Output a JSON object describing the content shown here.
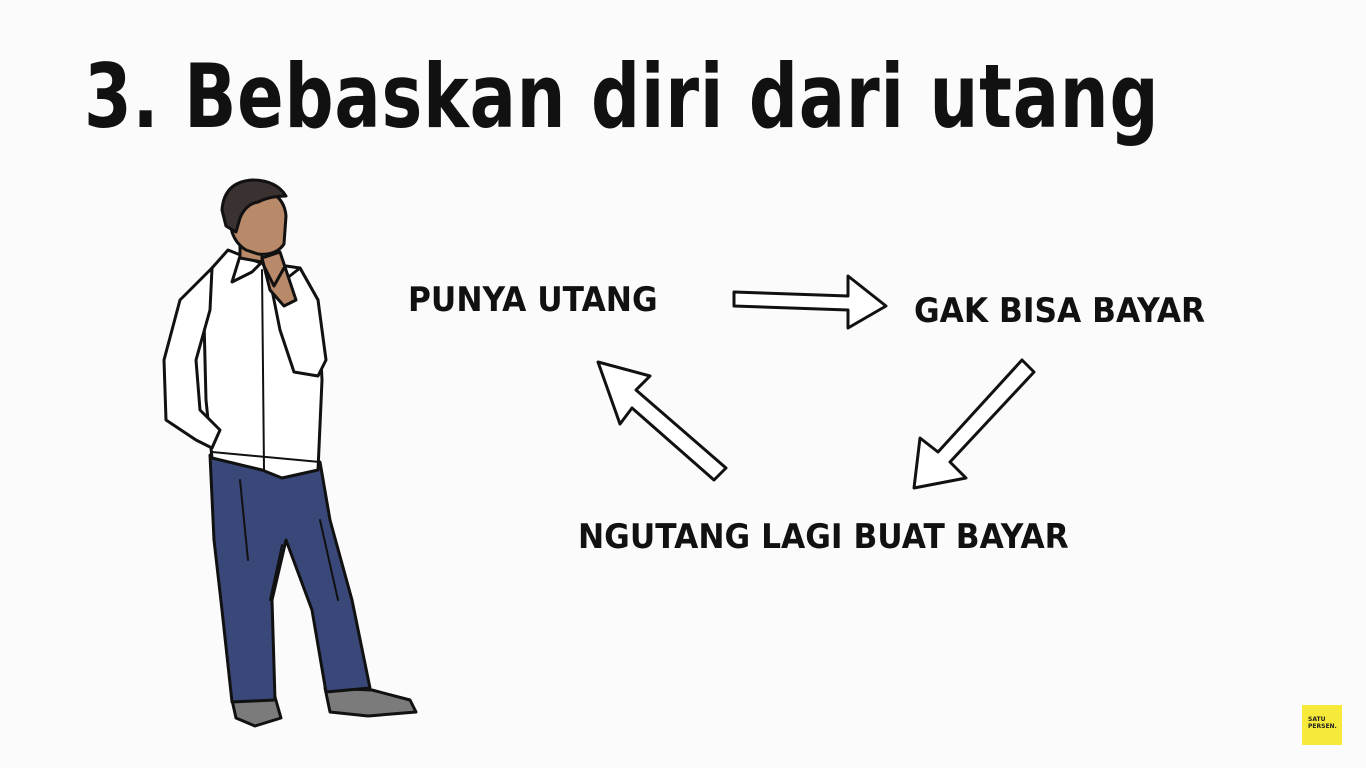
{
  "title": "3. Bebaskan diri dari utang",
  "cycle": {
    "step1": "PUNYA UTANG",
    "step2": "GAK BISA BAYAR",
    "step3": "NGUTANG LAGI BUAT BAYAR"
  },
  "logo": {
    "line1": "SATU",
    "line2": "PERSEN."
  },
  "colors": {
    "logo_bg": "#f6e93a",
    "jeans": "#3a4879",
    "shirt": "#ffffff",
    "skin": "#b98a6a"
  }
}
